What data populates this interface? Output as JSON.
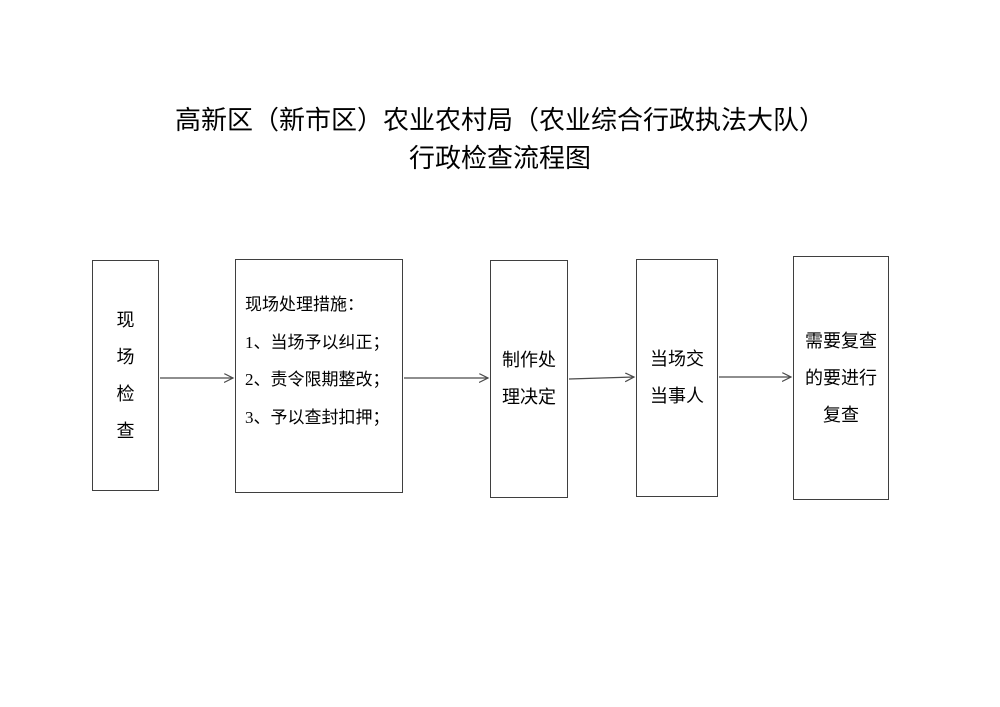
{
  "title": {
    "line1": "高新区（新市区）农业农村局（农业综合行政执法大队）",
    "line2": "行政检查流程图"
  },
  "flowchart": {
    "boxes": [
      {
        "name": "on-site-inspection",
        "text": "现\n场\n检\n查"
      },
      {
        "name": "on-site-measures",
        "lines": [
          "现场处理措施：",
          "1、当场予以纠正；",
          "2、责令限期整改；",
          "3、予以查封扣押；"
        ]
      },
      {
        "name": "make-decision",
        "text": "制作处\n理决定"
      },
      {
        "name": "deliver-to-party",
        "text": "当场交\n当事人"
      },
      {
        "name": "recheck-if-needed",
        "text": "需要复查\n的要进行\n复查"
      }
    ],
    "arrows": [
      {
        "from": "on-site-inspection",
        "to": "on-site-measures"
      },
      {
        "from": "on-site-measures",
        "to": "make-decision"
      },
      {
        "from": "make-decision",
        "to": "deliver-to-party"
      },
      {
        "from": "deliver-to-party",
        "to": "recheck-if-needed"
      }
    ],
    "colors": {
      "border": "#3f3f3f",
      "arrow": "#4a4a4a",
      "text": "#000000",
      "background": "#ffffff"
    }
  }
}
